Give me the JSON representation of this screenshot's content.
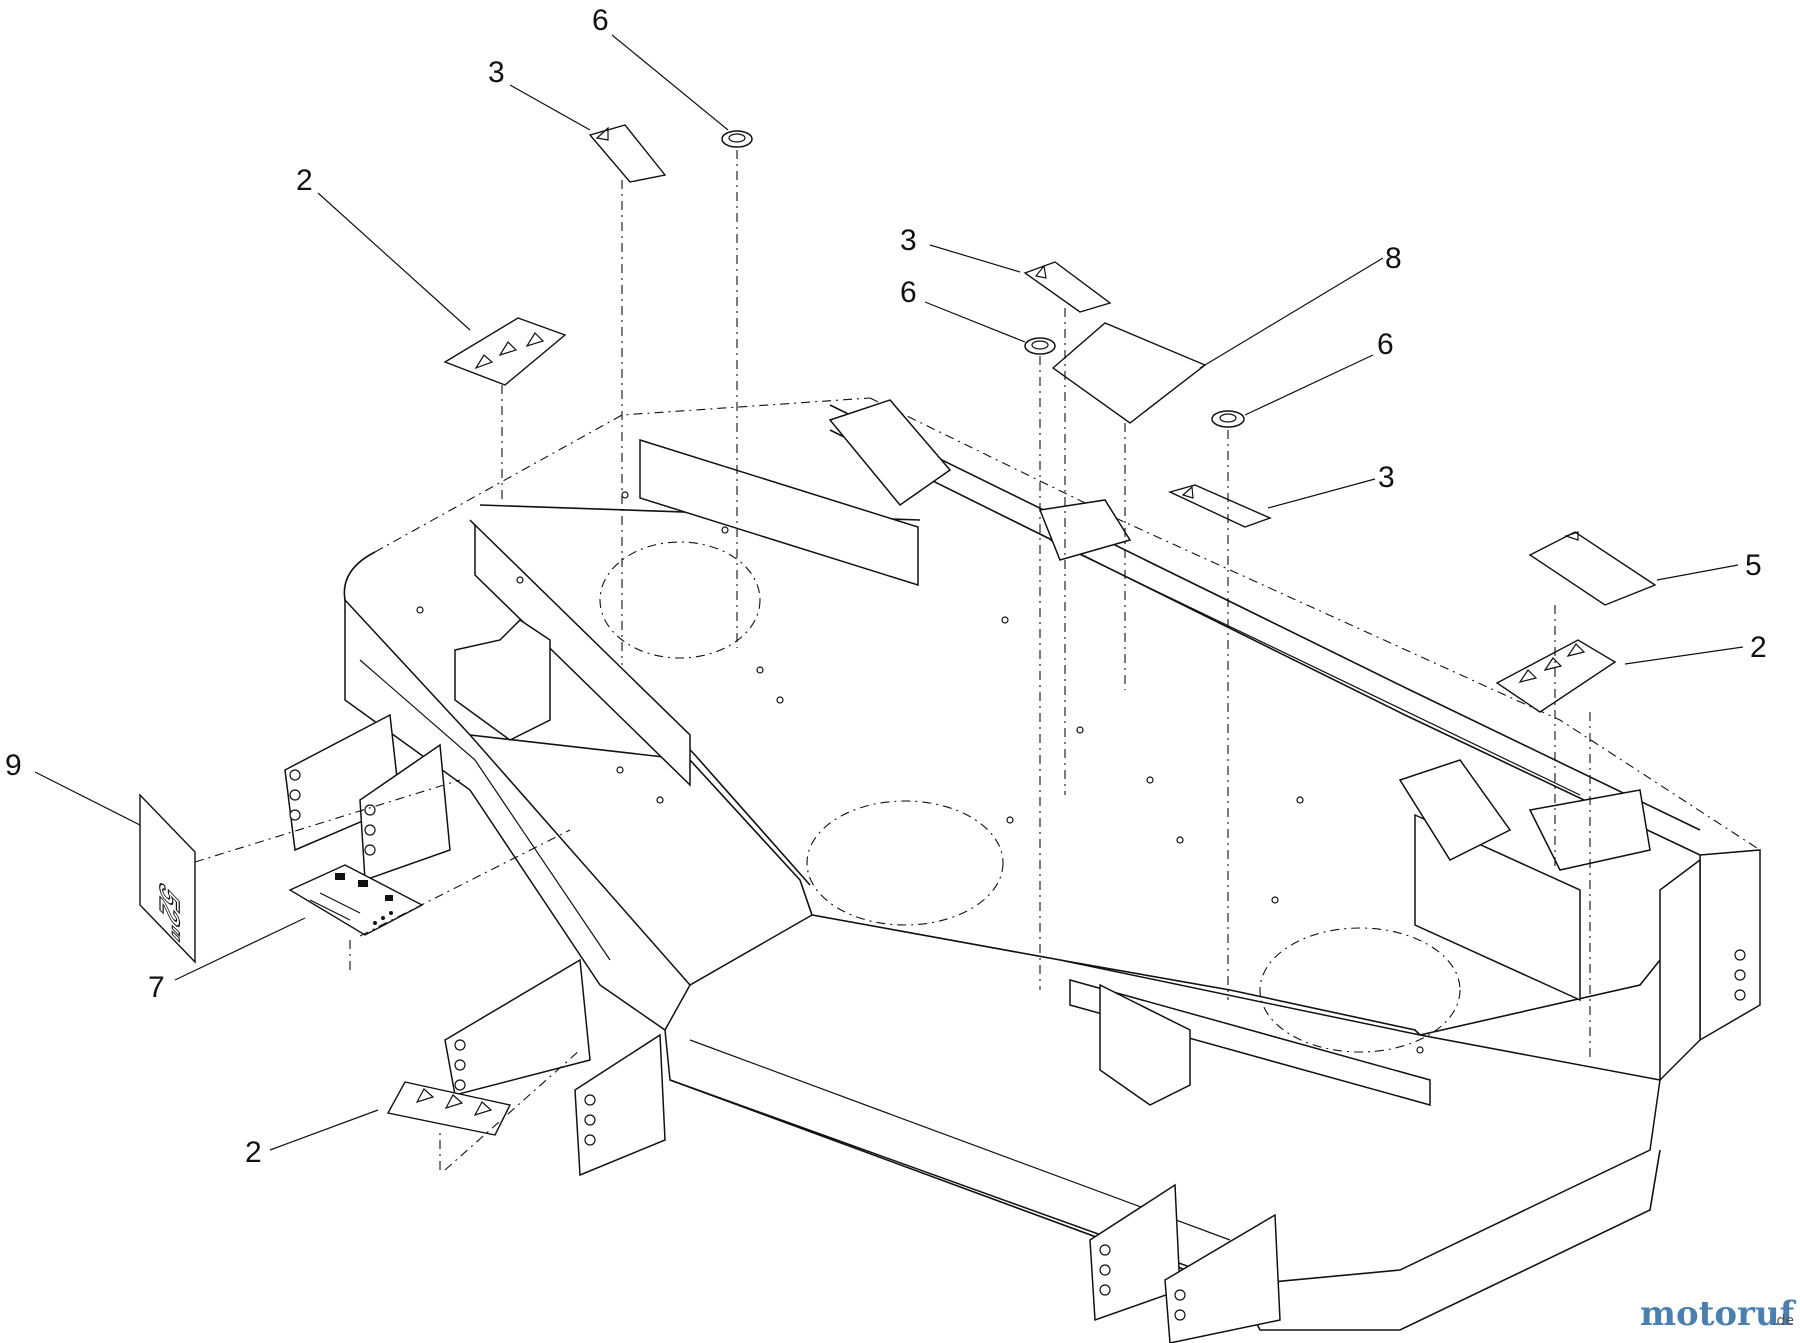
{
  "callouts": [
    {
      "id": "c6a",
      "label": "6"
    },
    {
      "id": "c3a",
      "label": "3"
    },
    {
      "id": "c2a",
      "label": "2"
    },
    {
      "id": "c3b",
      "label": "3"
    },
    {
      "id": "c8",
      "label": "8"
    },
    {
      "id": "c6b",
      "label": "6"
    },
    {
      "id": "c6c",
      "label": "6"
    },
    {
      "id": "c3c",
      "label": "3"
    },
    {
      "id": "c5",
      "label": "5"
    },
    {
      "id": "c2b",
      "label": "2"
    },
    {
      "id": "c9",
      "label": "9"
    },
    {
      "id": "c7",
      "label": "7"
    },
    {
      "id": "c2c",
      "label": "2"
    }
  ],
  "decal_52": {
    "text": "52\""
  },
  "watermark": {
    "brand_main": "motoruf",
    "brand_suffix": ".de",
    "color_main": "#4a7fb0",
    "color_accent": "#e07a1f"
  }
}
